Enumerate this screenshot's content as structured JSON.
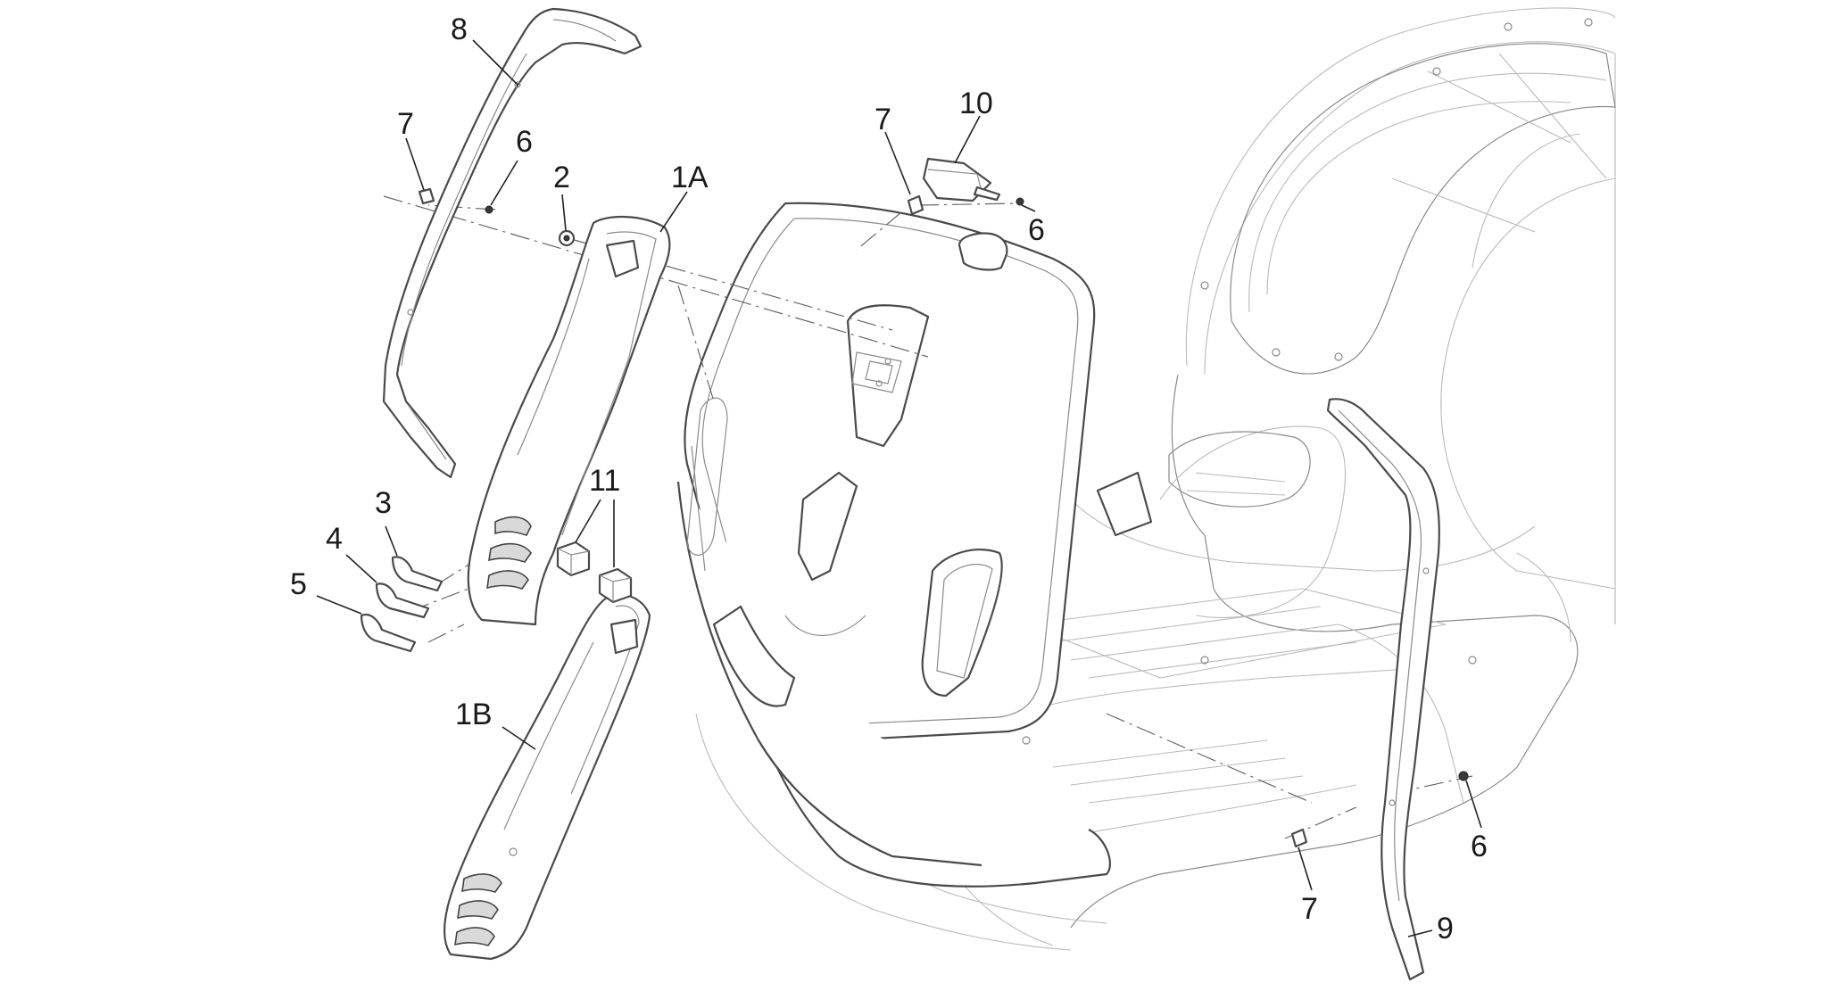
{
  "labels": {
    "p8": "8",
    "p7_top_left": "7",
    "p6_top_left": "6",
    "p2": "2",
    "p1A": "1A",
    "p7_top_center": "7",
    "p10": "10",
    "p6_top_center": "6",
    "p11": "11",
    "p3": "3",
    "p4": "4",
    "p5": "5",
    "p1B": "1B",
    "p6_right": "6",
    "p7_bottom": "7",
    "p9": "9"
  }
}
